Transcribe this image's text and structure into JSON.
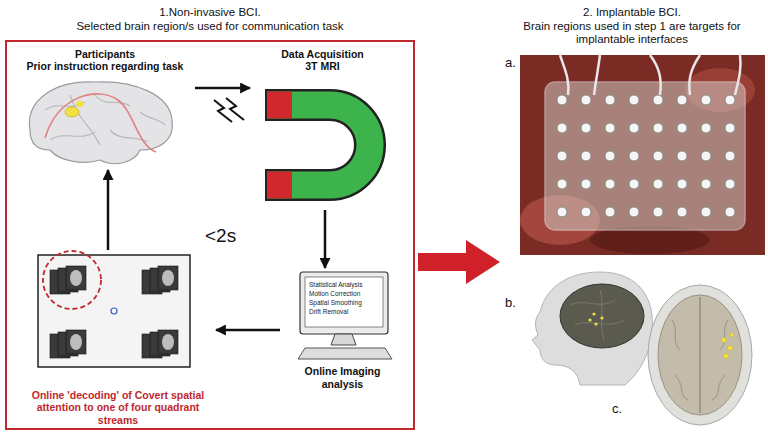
{
  "diagram": {
    "nodes": [
      {
        "text": [
          "1.Non-invasive BCI.",
          "Selected brain region/s used for communication task"
        ]
      },
      {
        "text": [
          "Participants",
          "Prior instruction regarding task"
        ],
        "in": 0
      },
      {
        "text": [
          "Data Acquisition",
          "3T MRI"
        ],
        "in": 0
      },
      {
        "text": [
          "Online Imaging analysis"
        ],
        "in": 0
      },
      {
        "text": [
          "Online 'decoding' of Covert spatial attention to one of four quadrant streams"
        ],
        "in": 0
      },
      {
        "text": [
          "2. Implantable BCI.",
          "Brain regions used in step 1 are targets for implantable interfaces"
        ]
      }
    ],
    "edges": [
      {
        "from": 1,
        "to": 2,
        "arrow": "to"
      },
      {
        "from": 2,
        "to": 3,
        "arrow": "to"
      },
      {
        "from": 3,
        "to": 4,
        "arrow": "to"
      },
      {
        "from": 4,
        "to": 1,
        "arrow": "to"
      },
      {
        "from": 0,
        "to": 5,
        "arrow": "to"
      }
    ],
    "labels": [
      "<2s",
      "Statistical Analysis",
      "Motion Correction",
      "Spatial Smoothing",
      "Drift Removal",
      "a.",
      "b.",
      "c."
    ]
  }
}
